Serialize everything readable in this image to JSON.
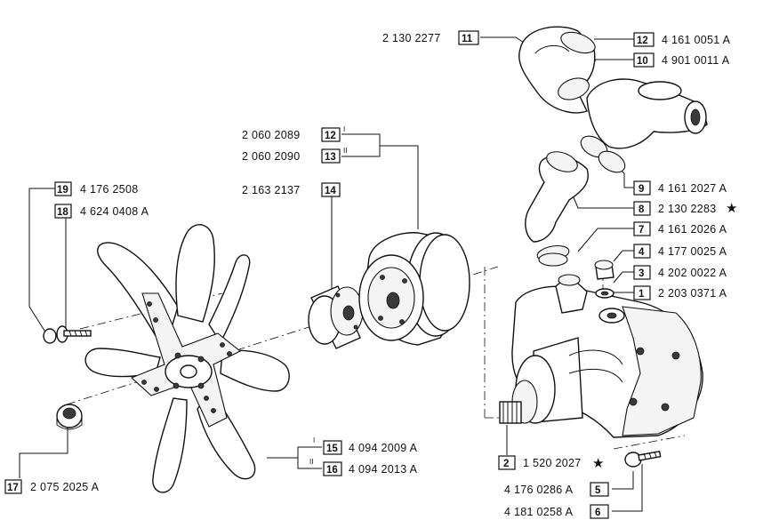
{
  "callouts": [
    {
      "num": "1",
      "part": "2 203 0371 A"
    },
    {
      "num": "2",
      "part": "1 520 2027",
      "star": "★"
    },
    {
      "num": "3",
      "part": "4 202 0022 A"
    },
    {
      "num": "4",
      "part": "4 177 0025 A"
    },
    {
      "num": "5",
      "part": "4 176 0286 A"
    },
    {
      "num": "6",
      "part": "4 181 0258 A"
    },
    {
      "num": "7",
      "part": "4 161 2026 A"
    },
    {
      "num": "8",
      "part": "2 130 2283",
      "star": "★"
    },
    {
      "num": "9",
      "part": "4 161 2027 A"
    },
    {
      "num": "10",
      "part": "4 901 0011 A"
    },
    {
      "num": "11",
      "part": "2 130 2277"
    },
    {
      "num": "12",
      "part": "4 161 0051 A"
    },
    {
      "num": "12",
      "part": "2 060 2089",
      "variant": "I"
    },
    {
      "num": "13",
      "part": "2 060 2090",
      "variant": "II"
    },
    {
      "num": "14",
      "part": "2 163 2137"
    },
    {
      "num": "15",
      "part": "4 094 2009 A",
      "variant": "I"
    },
    {
      "num": "16",
      "part": "4 094 2013 A",
      "variant": "II"
    },
    {
      "num": "17",
      "part": "2 075 2025 A"
    },
    {
      "num": "18",
      "part": "4 624 0408 A"
    },
    {
      "num": "19",
      "part": "4 176 2508"
    }
  ]
}
